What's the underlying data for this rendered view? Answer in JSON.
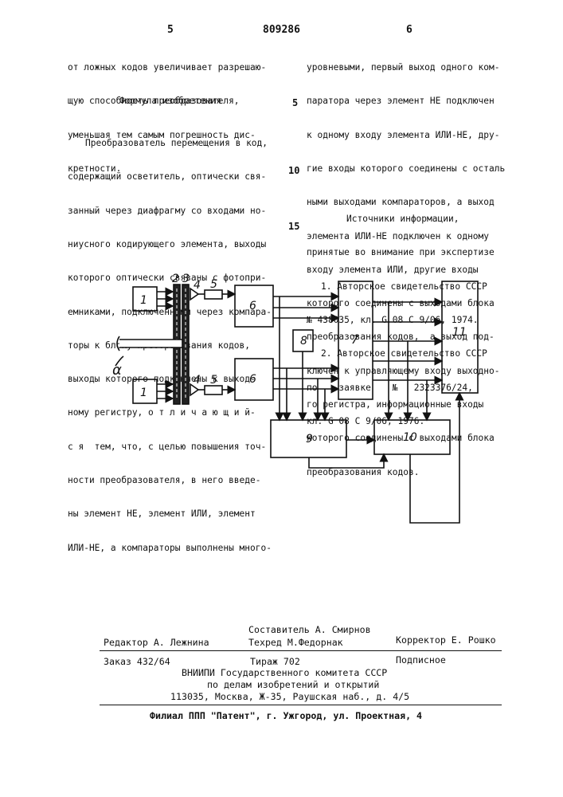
{
  "header": {
    "left_page": "5",
    "patent_number": "809286",
    "right_page": "6"
  },
  "left_column": {
    "intro_lines": [
      "от ложных кодов увеличивает разрешаю-",
      "щую способность преобразователя,",
      "уменьшая тем самым погрешность дис-",
      "кретности."
    ],
    "formula_title": "Формула изобретения",
    "formula_lines": [
      "Преобразователь перемещения в код,",
      "содержащий осветитель, оптически свя-",
      "занный через диафрагму со входами но-",
      "ниусного кодирующего элемента, выходы",
      "которого оптически связаны с фотопри-",
      "емниками, подключенными через компара-",
      "торы к блоку преобразования кодов,",
      "выходы которого подключены к выход-",
      "ному регистру, о т л и ч а ю щ и й-",
      "с я  тем, что, с целью повышения точ-",
      "ности преобразователя, в него введе-",
      "ны элемент НЕ, элемент ИЛИ, элемент",
      "ИЛИ-НЕ, а компараторы выполнены много-"
    ]
  },
  "line_numbers": [
    "5",
    "10",
    "15"
  ],
  "right_column": {
    "continuation_lines": [
      "уровневыми, первый выход одного ком-",
      "паратора через элемент НЕ подключен",
      "к одному входу элемента ИЛИ-НЕ, дру-",
      "гие входы которого соединены с осталь",
      "ными выходами компараторов, а выход",
      "элемента ИЛИ-НЕ подключен к одному",
      "входу элемента ИЛИ, другие входы",
      "которого соединены с выходами блока",
      "преобразования кодов,  а выход под-",
      "ключен к управляющему входу выходно-",
      "го регистра, информационные входы",
      "которого соединены с выходами блока",
      "преобразования кодов."
    ],
    "sources_lines": [
      "Источники информации,",
      "принятые во внимание при экспертизе"
    ],
    "references": [
      "1. Авторское свидетельство СССР",
      "№ 438035, кл. G 08 С 9/06, 1974.",
      "2. Авторское свидетельство СССР",
      "по    заявке    №   2323376/24,",
      "кл. G 08 С 9/06, 1976."
    ]
  },
  "diagram": {
    "labels": {
      "illuminator_top": "1",
      "illuminator_bottom": "1",
      "diaphragm": "2",
      "code_element": "3",
      "photoreceiver_top": "4",
      "photoreceiver_bottom": "4",
      "comparator_top": "5",
      "comparator_bottom": "5",
      "block_6_top": "6",
      "block_6_bottom": "6",
      "block_7": "7",
      "block_8": "8",
      "block_9": "9",
      "block_10": "10",
      "block_11": "11",
      "shaft_angle": "α"
    }
  },
  "footer": {
    "compiler": "Составитель А. Смирнов",
    "editor": "Редактор А. Лежнина",
    "techred": "Техред М.Федорнак",
    "corrector": "Корректор Е. Рошко",
    "order": "Заказ 432/64",
    "circulation": "Тираж 702",
    "subscription": "Подписное",
    "org_line1": "ВНИИПИ Государственного комитета СССР",
    "org_line2": "по делам изобретений и открытий",
    "address": "113035, Москва, Ж-35, Раушская наб., д. 4/5",
    "branch": "Филиал ППП \"Патент\", г. Ужгород, ул. Проектная, 4"
  }
}
